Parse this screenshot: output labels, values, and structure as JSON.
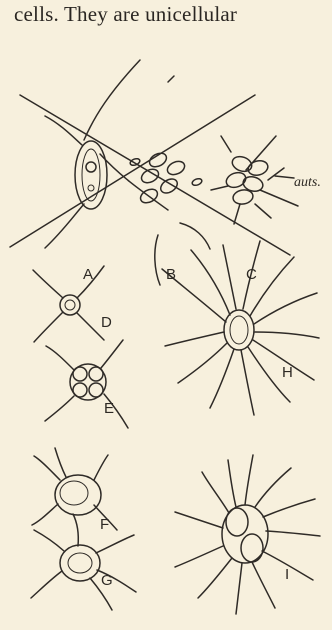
{
  "text": {
    "top_line": "cells.  They are unicellular"
  },
  "figure": {
    "labels": {
      "A": "A",
      "B": "B",
      "C": "C",
      "D": "D",
      "E": "E",
      "F": "F",
      "G": "G",
      "H": "H",
      "I": "I",
      "auts": "auts."
    }
  }
}
